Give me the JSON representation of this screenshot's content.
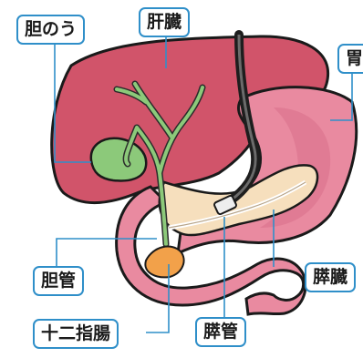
{
  "labels": {
    "gallbladder": "胆のう",
    "liver": "肝臓",
    "stomach": "胃",
    "bile_duct": "胆管",
    "pancreas": "膵臓",
    "duodenum": "十二指腸",
    "pancreatic_duct": "膵管"
  },
  "colors": {
    "liver": "#d1546a",
    "stomach": "#e98aa0",
    "gallbladder": "#8cc97a",
    "pancreas": "#f6dfbd",
    "papilla": "#f2a14a",
    "leader": "#2f8fc9"
  }
}
